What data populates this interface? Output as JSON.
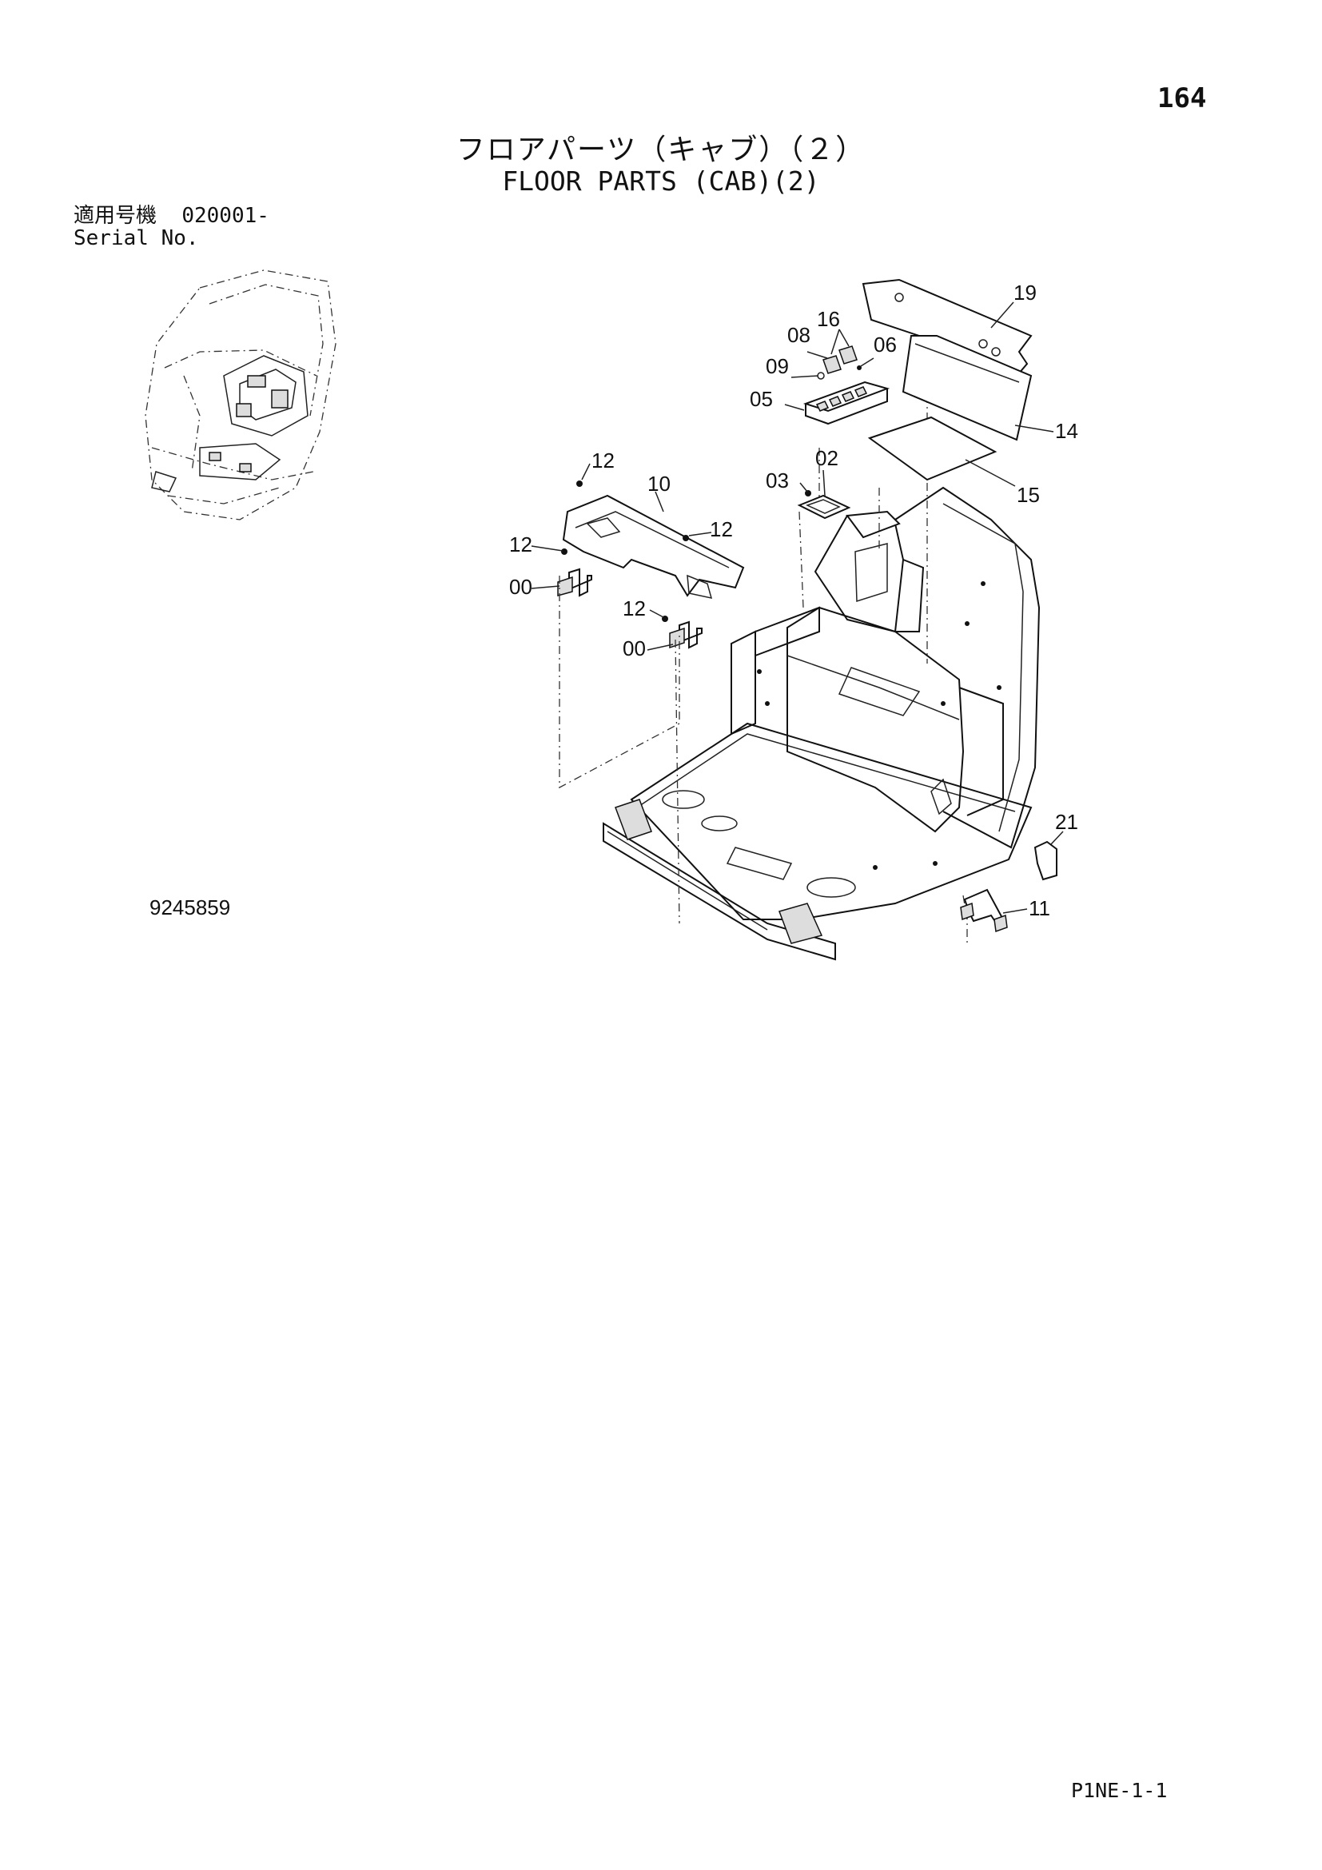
{
  "page_number": "164",
  "title_jp": "フロアパーツ（キャブ）（２）",
  "title_en": "FLOOR PARTS (CAB)(2)",
  "serial": {
    "label_jp": "適用号機",
    "range": "020001-",
    "label_en": "Serial No."
  },
  "drawing_number": "9245859",
  "page_code": "P1NE-1-1",
  "callouts": {
    "c19": "19",
    "c16": "16",
    "c08": "08",
    "c06": "06",
    "c09": "09",
    "c05": "05",
    "c14": "14",
    "c02": "02",
    "c03": "03",
    "c15": "15",
    "c12a": "12",
    "c10": "10",
    "c12b": "12",
    "c12c": "12",
    "c00a": "00",
    "c12d": "12",
    "c00b": "00",
    "c21": "21",
    "c11": "11"
  }
}
